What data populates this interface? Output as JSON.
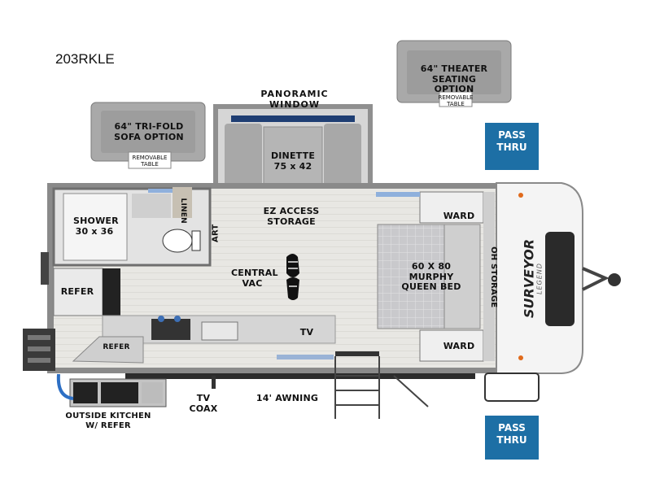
{
  "model": "203RKLE",
  "labels": {
    "panoramic_window": "PANORAMIC WINDOW",
    "theater_seating": "64\" THEATER SEATING OPTION",
    "removable_table_1": "REMOVABLE TABLE",
    "sofa_option": "64\" TRI-FOLD SOFA OPTION",
    "removable_table_2": "REMOVABLE TABLE",
    "dinette": "DINETTE 75 x 42",
    "pass_thru_top": "PASS THRU",
    "pass_thru_bottom": "PASS THRU",
    "linen": "LINEN",
    "shower": "SHOWER 30 x 36",
    "art": "ART",
    "ez_access": "EZ ACCESS STORAGE",
    "ward_top": "WARD",
    "ward_bottom": "WARD",
    "oh_storage": "OH STORAGE",
    "central_vac": "CENTRAL VAC",
    "bed": "60 X 80 MURPHY QUEEN BED",
    "refer": "REFER",
    "refer_small": "REFER",
    "tv": "TV",
    "tv_coax": "TV COAX",
    "awning": "14' AWNING",
    "outside_kitchen": "OUTSIDE KITCHEN W/ REFER",
    "brand": "SURVEYOR",
    "brand_sub": "LEGEND"
  },
  "colors": {
    "wall": "#8f8f8f",
    "floor": "#e7e6e2",
    "furniture": "#b8b8b8",
    "accent": "#1d6fa5",
    "hose": "#2d6fc4"
  }
}
